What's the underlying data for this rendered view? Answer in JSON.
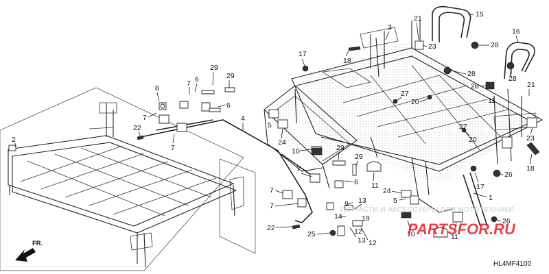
{
  "diagram": {
    "code": "HL4MF4100",
    "direction_label": "FR.",
    "watermark_text": "ЗАПЧАСТИ И АКСЕССУАРЫ ДЛЯ МОТОТЕХНИКИ",
    "watermark_logo": "PARTSFOR.RU",
    "colors": {
      "line": "#222222",
      "background": "#ffffff",
      "watermark_logo": "#ee1c25",
      "shading": "#bbbbbb"
    }
  },
  "callouts": [
    "1",
    "2",
    "3",
    "4",
    "5",
    "5",
    "6",
    "6",
    "6",
    "7",
    "7",
    "7",
    "7",
    "7",
    "7",
    "8",
    "9",
    "10",
    "10",
    "11",
    "11",
    "11",
    "12",
    "12",
    "13",
    "13",
    "14",
    "15",
    "16",
    "17",
    "17",
    "18",
    "18",
    "19",
    "20",
    "20",
    "21",
    "21",
    "22",
    "22",
    "23",
    "23",
    "24",
    "24",
    "25",
    "26",
    "26",
    "27",
    "27",
    "28",
    "28",
    "28",
    "28",
    "29",
    "29",
    "29",
    "29"
  ]
}
